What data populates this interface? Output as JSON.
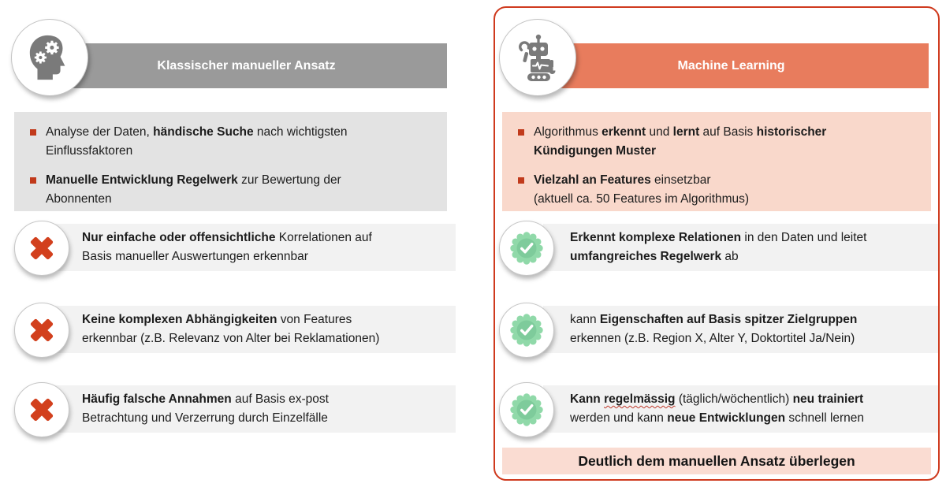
{
  "colors": {
    "accent_red": "#cf3a1e",
    "banner_gray": "#9a9a9a",
    "banner_salmon": "#e87c5d",
    "box_gray": "#e3e3e3",
    "box_pink": "#f9d8cb",
    "row_gray": "#f2f2f2",
    "footer_pink": "#fadcd2",
    "badge_green": "#90d9a9",
    "cross_red": "#d2401d",
    "icon_gray": "#7a7a7a"
  },
  "left": {
    "title": "Klassischer manueller Ansatz",
    "icon": "head-gears-icon",
    "intro": {
      "item1": {
        "s0": "Analyse der Daten, ",
        "s1": "händische Suche",
        "s2": " nach wichtigsten",
        "s3": "Einflussfaktoren"
      },
      "item2": {
        "s0": "Manuelle Entwicklung Regelwerk",
        "s1": " zur Bewertung der",
        "s2": "Abonnenten"
      }
    },
    "rows": [
      {
        "icon": "cross-icon",
        "s0": "Nur einfache oder offensichtliche",
        "s1": " Korrelationen auf",
        "s2": "Basis manueller Auswertungen erkennbar"
      },
      {
        "icon": "cross-icon",
        "s0": "Keine komplexen Abhängigkeiten",
        "s1": " von Features",
        "s2": "erkennbar (z.B. Relevanz von Alter bei Reklamationen)"
      },
      {
        "icon": "cross-icon",
        "s0": "Häufig falsche Annahmen",
        "s1": " auf Basis ex-post",
        "s2": "Betrachtung und Verzerrung durch Einzelfälle"
      }
    ]
  },
  "right": {
    "title": "Machine Learning",
    "icon": "robot-icon",
    "intro": {
      "item1": {
        "s0": "Algorithmus ",
        "s1": "erkennt",
        "s2": " und ",
        "s3": "lernt",
        "s4": " auf Basis ",
        "s5": "historischer",
        "s6": "Kündigungen Muster"
      },
      "item2": {
        "s0": "Vielzahl an Features",
        "s1": " einsetzbar",
        "s2": "(aktuell ca. 50 Features im Algorithmus)"
      }
    },
    "rows": [
      {
        "icon": "check-badge-icon",
        "s0": "Erkennt komplexe Relationen",
        "s1": " in den Daten und leitet",
        "s2": "umfangreiches Regelwerk",
        "s3": " ab"
      },
      {
        "icon": "check-badge-icon",
        "s0": "kann ",
        "s1": "Eigenschaften auf Basis spitzer Zielgruppen",
        "s2": "erkennen (z.B. Region X, Alter Y, Doktortitel Ja/Nein)"
      },
      {
        "icon": "check-badge-icon",
        "s0": "Kann ",
        "s1": "regelmässig",
        "s2": " (täglich/wöchentlich) ",
        "s3": "neu trainiert",
        "s4": "werden und kann ",
        "s5": "neue Entwicklungen",
        "s6": " schnell lernen"
      }
    ],
    "footer": "Deutlich dem manuellen Ansatz überlegen"
  }
}
